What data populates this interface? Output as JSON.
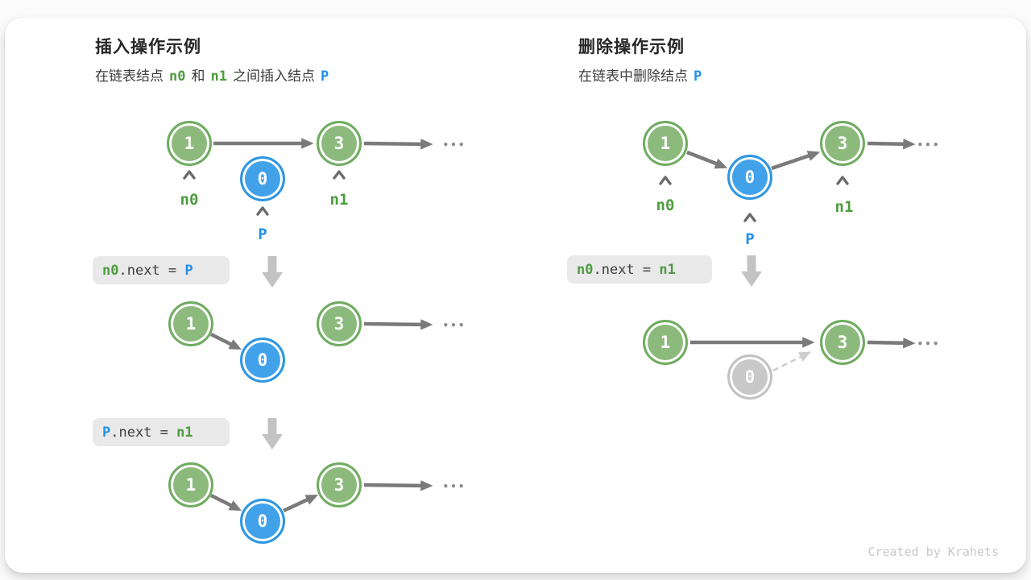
{
  "accent_colors": {
    "node_green": "#8CBA7C",
    "node_blue": "#41A2E9",
    "node_gray": "#C8C8C8",
    "label_green": "#4D9C3F",
    "label_blue": "#2090EA",
    "arrow_gray": "#7A7A7A",
    "code_background": "#E9E9E9"
  },
  "left": {
    "title": "插入操作示例",
    "subtitle": {
      "t1": "在链表结点",
      "c1": "n0",
      "t2": "和",
      "c2": "n1",
      "t3": "之间插入结点",
      "c3": "P"
    },
    "node1": "1",
    "node3": "3",
    "nodeP": "0",
    "label_n0": "n0",
    "label_n1": "n1",
    "label_p": "P",
    "ellipsis": "•••",
    "step1": {
      "lhs": "n0",
      "op": ".next = ",
      "rhs": "P"
    },
    "step2": {
      "lhs": "P",
      "op": ".next = ",
      "rhs": "n1"
    }
  },
  "right": {
    "title": "删除操作示例",
    "subtitle": {
      "t1": "在链表中删除结点",
      "c1": "P"
    },
    "node1": "1",
    "node3": "3",
    "nodeP": "0",
    "label_n0": "n0",
    "label_n1": "n1",
    "label_p": "P",
    "ellipsis": "•••",
    "step1": {
      "lhs": "n0",
      "op": ".next = ",
      "rhs": "n1"
    }
  },
  "footer": {
    "credit": "Created by Krahets"
  }
}
